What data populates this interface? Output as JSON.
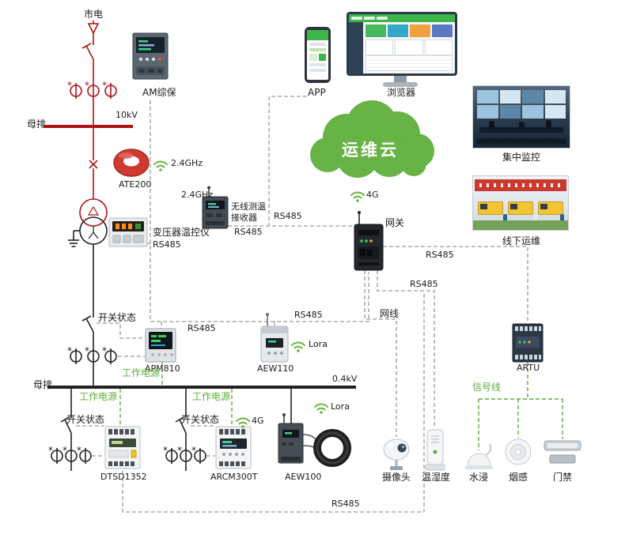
{
  "labels": {
    "mains": "市电",
    "busbar_hv": "母排",
    "voltage_hv": "10kV",
    "am_protection": "AM综保",
    "wifi24_ate": "2.4GHz",
    "ate200": "ATE200",
    "wifi24_recv": "2.4GHz",
    "receiver_l1": "无线测温",
    "receiver_l2": "接收器",
    "rs485_recv_a": "RS485",
    "rs485_recv_b": "RS485",
    "transformer_monitor": "变压器温控仪",
    "rs485_tm": "RS485",
    "app": "APP",
    "browser": "浏览器",
    "cloud": "运维云",
    "g4_cloud": "4G",
    "gateway": "网关",
    "central_monitoring": "集中监控",
    "offline_maintenance": "线下运维",
    "rs485_artu": "RS485",
    "rs485_th": "RS485",
    "ethernet": "网线",
    "switch_status_1": "开关状态",
    "rs485_bus": "RS485",
    "apm810": "APM810",
    "rs485_aew110": "RS485",
    "aew110": "AEW110",
    "lora_aew110": "Lora",
    "working_power_1": "工作电源",
    "busbar_lv": "母排",
    "voltage_lv": "0.4kV",
    "working_power_2": "工作电源",
    "switch_status_2": "开关状态",
    "dtsd1352": "DTSD1352",
    "working_power_3": "工作电源",
    "switch_status_3": "开关状态",
    "g4_arcm": "4G",
    "arcm300t": "ARCM300T",
    "aew100": "AEW100",
    "lora_aew100": "Lora",
    "camera": "摄像头",
    "temp_humidity": "温湿度",
    "water_leak": "水浸",
    "smoke": "烟感",
    "door_access": "门禁",
    "artu": "ARTU",
    "signal_line": "信号线",
    "rs485_bottom": "RS485"
  },
  "symbols": {
    "ct_mark": "*"
  },
  "colors": {
    "hv_line": "#b01116",
    "lv_line": "#222222",
    "comm_line": "#9a9a9a",
    "green_accent": "#5fae3c",
    "cloud_green": "#67b346",
    "ate200_red": "#cf3a30"
  }
}
